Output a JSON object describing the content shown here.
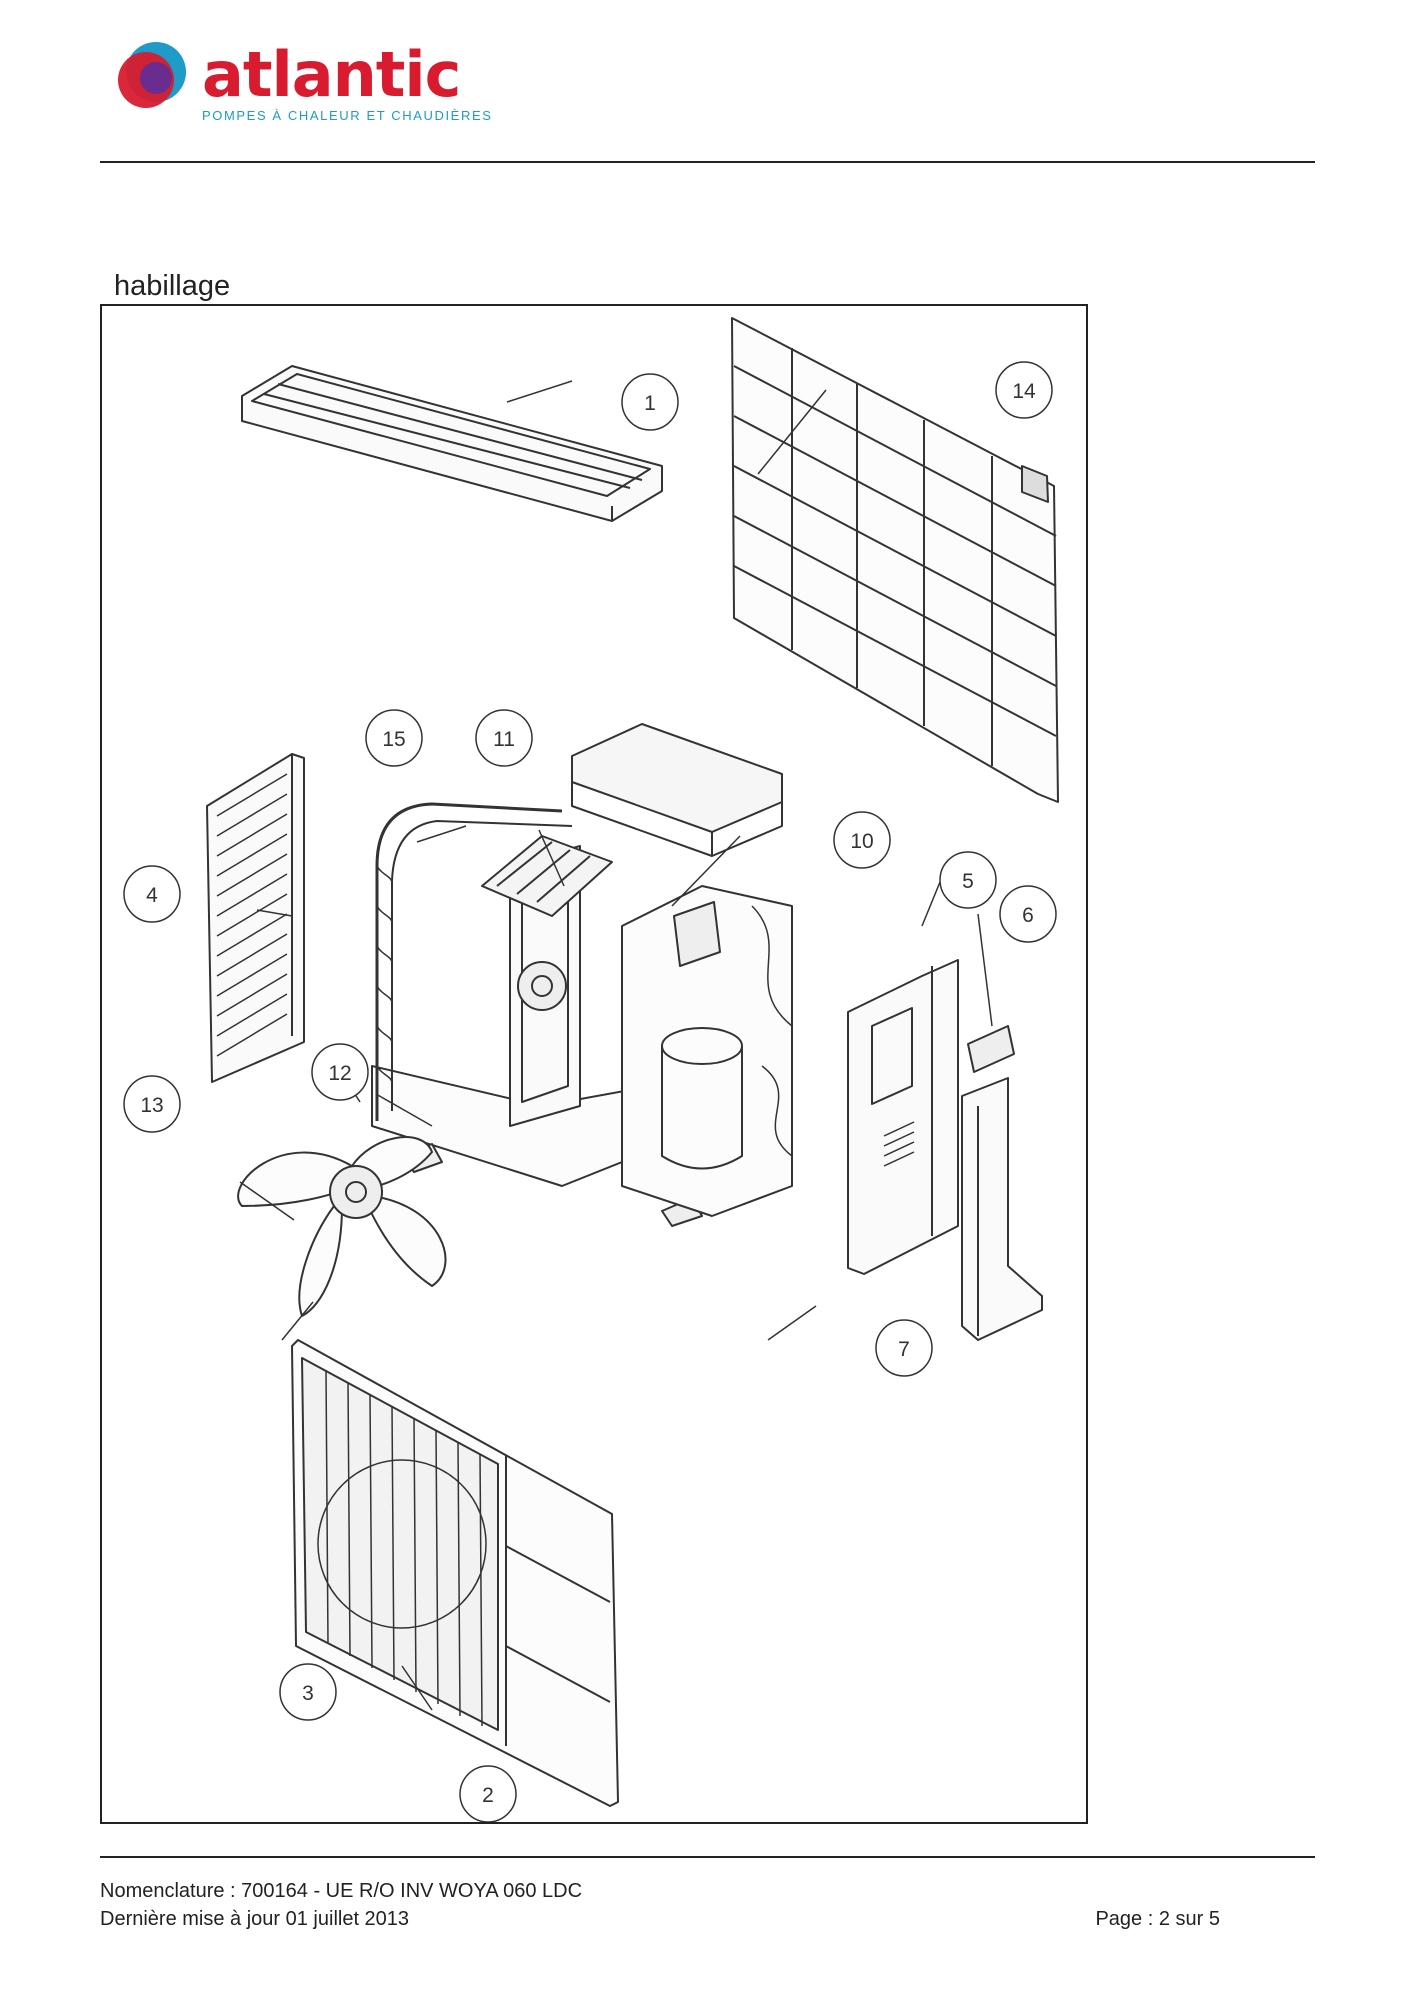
{
  "header": {
    "logo_text": "atlantic",
    "tagline": "POMPES À CHALEUR ET CHAUDIÈRES",
    "colors": {
      "brand_red": "#d81b2f",
      "brand_blue": "#1e9bc6",
      "brand_purple": "#6a2c8f"
    }
  },
  "section": {
    "title": "habillage"
  },
  "diagram": {
    "callouts": [
      "1",
      "2",
      "3",
      "4",
      "5",
      "6",
      "7",
      "10",
      "11",
      "12",
      "13",
      "14",
      "15"
    ]
  },
  "footer": {
    "nomenclature": "Nomenclature : 700164 - UE R/O INV WOYA 060 LDC",
    "updated": "Dernière mise à jour 01 juillet 2013",
    "page": "Page : 2 sur 5"
  }
}
